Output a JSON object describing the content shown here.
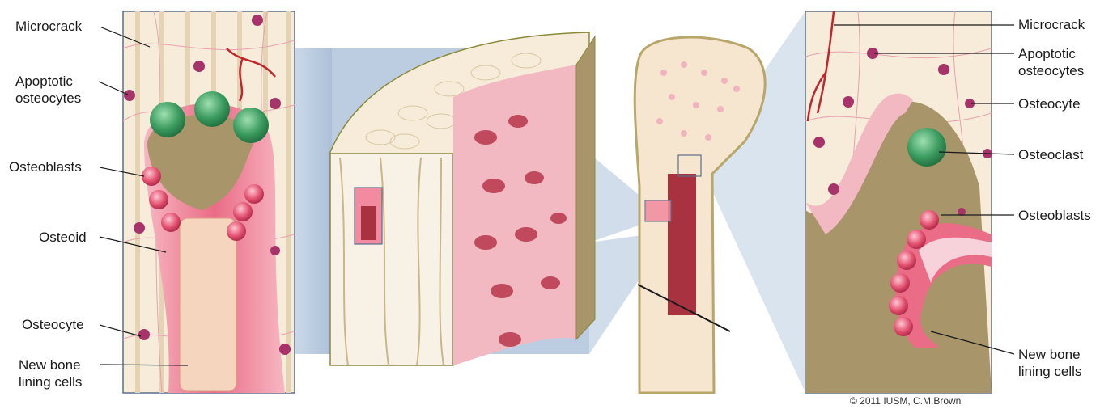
{
  "left_panel": {
    "labels": [
      {
        "id": "microcrack",
        "text": "Microcrack"
      },
      {
        "id": "apoptotic",
        "text": "Apoptotic\nosteocytes"
      },
      {
        "id": "osteoblasts",
        "text": "Osteoblasts"
      },
      {
        "id": "osteoid",
        "text": "Osteoid"
      },
      {
        "id": "osteocyte",
        "text": "Osteocyte"
      },
      {
        "id": "new-bone",
        "text": "New bone\nlining cells"
      }
    ]
  },
  "right_panel": {
    "labels": [
      {
        "id": "microcrack",
        "text": "Microcrack"
      },
      {
        "id": "apoptotic",
        "text": "Apoptotic\nosteocytes"
      },
      {
        "id": "osteocyte",
        "text": "Osteocyte"
      },
      {
        "id": "osteoclast",
        "text": "Osteoclast"
      },
      {
        "id": "osteoblasts",
        "text": "Osteoblasts"
      },
      {
        "id": "new-bone",
        "text": "New bone\nlining cells"
      }
    ]
  },
  "credit": "© 2011 IUSM, C.M.Brown",
  "colors": {
    "bone_cream": "#f6ecd9",
    "osteoid_pink": "#f28aa0",
    "marrow_red": "#a8323f",
    "cavity_olive": "#a8956a",
    "osteoclast_green": "#3a8f5a",
    "connector_blue": "#b9cbe0",
    "cell_magenta": "#a8336b"
  }
}
